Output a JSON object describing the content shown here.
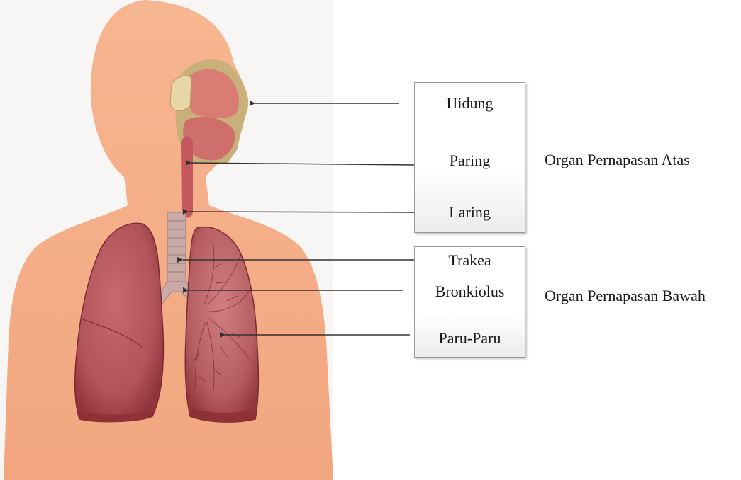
{
  "upper_group": {
    "title": "Organ Pernapasan Atas",
    "labels": [
      "Hidung",
      "Paring",
      "Laring"
    ]
  },
  "lower_group": {
    "title": "Organ Pernapasan Bawah",
    "labels": [
      "Trakea",
      "Bronkiolus",
      "Paru-Paru"
    ]
  },
  "colors": {
    "skin": "#f4ad87",
    "skin_shadow": "#e9946e",
    "lung": "#b5575b",
    "lung_dark": "#8e3237",
    "trachea": "#c9a9a5",
    "nasal": "#d2706c",
    "arrow": "#333333"
  }
}
